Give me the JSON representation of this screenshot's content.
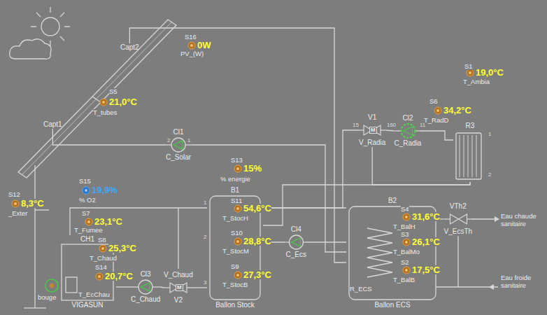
{
  "diagram": {
    "nodes": [
      {
        "text": [
          "Capt2"
        ]
      },
      {
        "text": [
          "Capt1"
        ]
      },
      {
        "text": [
          "Cl1",
          "C_Solar"
        ]
      },
      {
        "text": [
          "B1",
          "Ballon Stock"
        ]
      },
      {
        "text": [
          "B2",
          "Ballon ECS"
        ]
      },
      {
        "text": [
          "CH1",
          "VIGASUN"
        ]
      },
      {
        "text": [
          "Cl3",
          "C_Chaud"
        ]
      },
      {
        "text": [
          "V_Chaud",
          "V2"
        ]
      },
      {
        "text": [
          "Cl4",
          "C_Ecs"
        ]
      },
      {
        "text": [
          "V1",
          "V_Radia"
        ]
      },
      {
        "text": [
          "Cl2",
          "C_Radia"
        ]
      },
      {
        "text": [
          "R3"
        ]
      },
      {
        "text": [
          "VTh2",
          "V_EcsTh"
        ]
      }
    ],
    "edges": [
      {
        "from": 1,
        "to": 2,
        "arrow": "none"
      },
      {
        "from": 2,
        "to": 4,
        "arrow": "none"
      },
      {
        "from": 0,
        "to": 4,
        "arrow": "none"
      },
      {
        "from": 5,
        "to": 3,
        "arrow": "none"
      },
      {
        "from": 5,
        "to": 6,
        "arrow": "none"
      },
      {
        "from": 6,
        "to": 7,
        "arrow": "none"
      },
      {
        "from": 7,
        "to": 3,
        "arrow": "none"
      },
      {
        "from": 3,
        "to": 8,
        "arrow": "none"
      },
      {
        "from": 8,
        "to": 4,
        "arrow": "none"
      },
      {
        "from": 3,
        "to": 4,
        "arrow": "none"
      },
      {
        "from": 3,
        "to": 9,
        "arrow": "none"
      },
      {
        "from": 11,
        "to": 3,
        "arrow": "none"
      },
      {
        "from": 11,
        "to": 9,
        "arrow": "none"
      },
      {
        "from": 9,
        "to": 10,
        "arrow": "none"
      },
      {
        "from": 10,
        "to": 11,
        "arrow": "none"
      },
      {
        "from": 4,
        "to": 12,
        "arrow": "none"
      }
    ],
    "labels": [
      "S16",
      "0W",
      "PV_(W)",
      "S1",
      "19,0°C",
      "T_Ambia",
      "S5",
      "21,0°C",
      "T_tubes",
      "S12",
      "8,3°C",
      "_Exter",
      "S15",
      "19,9%",
      "% O2",
      "S7",
      "23,1°C",
      "T_Fumee",
      "S8",
      "25,3°C",
      "T_Chaud",
      "S14",
      "20,7°C",
      "T_EcChau",
      "S13",
      "15%",
      "% energie",
      "S11",
      "54,6°C",
      "T_StocH",
      "S10",
      "28,8°C",
      "T_StocM",
      "S9",
      "27,3°C",
      "T_StocB",
      "S4",
      "31,6°C",
      "T_BalH",
      "S3",
      "26,1°C",
      "T_BalMo",
      "S2",
      "17,5°C",
      "T_BalB",
      "S6",
      "34,2°C",
      "T_RadD",
      "R_ECS",
      "Eau chaude sanitaire",
      "Eau froide sanitaire",
      "bouge",
      "M",
      "M",
      "2",
      "1",
      "10",
      "11",
      "15",
      "16",
      "1",
      "2",
      "3",
      "1",
      "2"
    ]
  }
}
